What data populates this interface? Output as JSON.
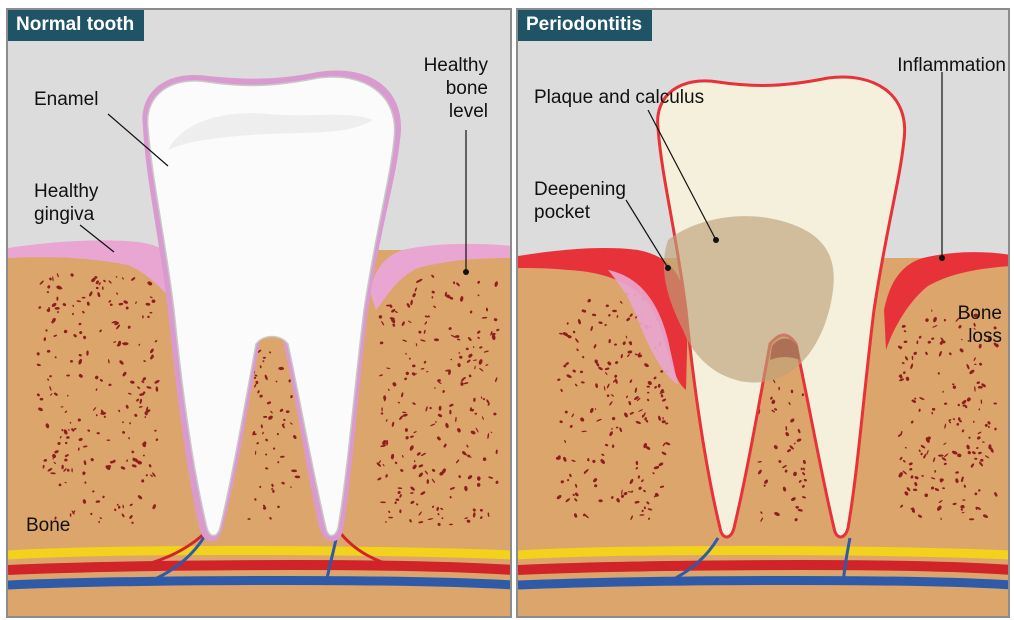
{
  "panels": {
    "normal": {
      "title": "Normal tooth",
      "labels": {
        "enamel": "Enamel",
        "healthy_gingiva": "Healthy gingiva",
        "healthy_bone_level": "Healthy bone level",
        "bone": "Bone"
      }
    },
    "periodontitis": {
      "title": "Periodontitis",
      "labels": {
        "plaque_and_calculus": "Plaque and calculus",
        "inflammation": "Inflammation",
        "deepening_pocket": "Deepening pocket",
        "bone_loss": "Bone loss"
      }
    }
  },
  "colors": {
    "background": "#dcdcdc",
    "bone": "#dca56c",
    "bone_spots": "#8e1e1e",
    "healthy_gum": "#e9a6d2",
    "inflamed_gum": "#e8323a",
    "tooth": "#fbfbfb",
    "tab": "#1f5467",
    "artery": "#d1232a",
    "vein": "#2f5aa8",
    "nerve": "#f2d21c"
  }
}
